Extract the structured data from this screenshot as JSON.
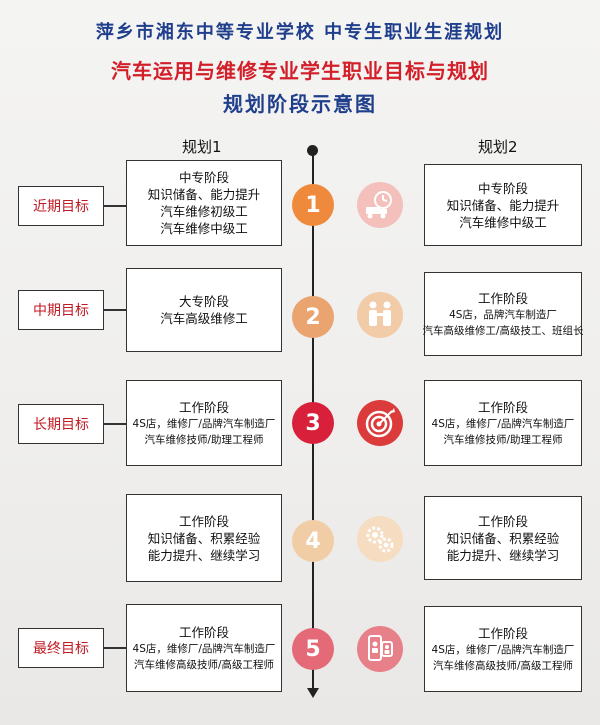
{
  "header": {
    "line1": "萍乡市湘东中等专业学校   中专生职业生涯规划",
    "line2": "汽车运用与维修专业学生职业目标与规划",
    "line3": "规划阶段示意图"
  },
  "columns": {
    "plan1": "规划1",
    "plan2": "规划2"
  },
  "colors": {
    "title_blue": "#1f3e8c",
    "title_red": "#d21f2a",
    "goal_red": "#c01a23",
    "stage1": "#ef8a3c",
    "stage2": "#e9a46f",
    "stage3": "#d8203a",
    "stage4": "#f1cda6",
    "stage5": "#e36a76"
  },
  "rows": [
    {
      "goal": "近期目标",
      "number": "1",
      "icon": "clock-truck-icon",
      "left": [
        "中专阶段",
        "知识储备、能力提升",
        "汽车维修初级工",
        "汽车维修中级工"
      ],
      "right": [
        "中专阶段",
        "知识储备、能力提升",
        "汽车维修中级工"
      ]
    },
    {
      "goal": "中期目标",
      "number": "2",
      "icon": "handshake-icon",
      "left": [
        "大专阶段",
        "汽车高级维修工"
      ],
      "right": [
        "工作阶段",
        "4S店，品牌汽车制造厂",
        "汽车高级维修工/高级技工、班组长"
      ]
    },
    {
      "goal": "长期目标",
      "number": "3",
      "icon": "target-icon",
      "left": [
        "工作阶段",
        "4S店，维修厂/品牌汽车制造厂",
        "汽车维修技师/助理工程师"
      ],
      "right": [
        "工作阶段",
        "4S店，维修厂/品牌汽车制造厂",
        "汽车维修技师/助理工程师"
      ]
    },
    {
      "goal": "",
      "number": "4",
      "icon": "gears-icon",
      "left": [
        "工作阶段",
        "知识储备、积累经验",
        "能力提升、继续学习"
      ],
      "right": [
        "工作阶段",
        "知识储备、积累经验",
        "能力提升、继续学习"
      ]
    },
    {
      "goal": "最终目标",
      "number": "5",
      "icon": "phone-person-icon",
      "left": [
        "工作阶段",
        "4S店，维修厂/品牌汽车制造厂",
        "汽车维修高级技师/高级工程师"
      ],
      "right": [
        "工作阶段",
        "4S店，维修厂/品牌汽车制造厂",
        "汽车维修高级技师/高级工程师"
      ]
    }
  ]
}
